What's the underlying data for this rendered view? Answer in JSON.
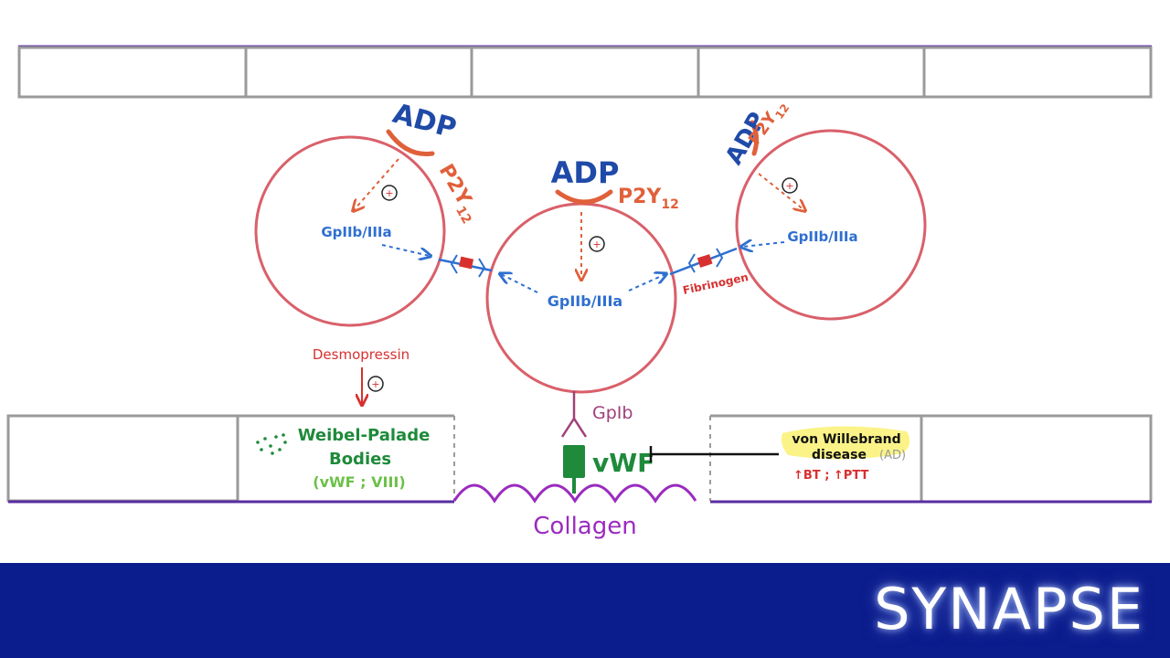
{
  "colors": {
    "vessel_wall": "#9a9a9a",
    "endothelium_line": "#5a2ca0",
    "platelet": "#d9606a",
    "adp": "#1f4aa8",
    "p2y12": "#e0603a",
    "gp": "#2f6fd0",
    "arrow_dashed": "#e0603a",
    "fibrinogen_label": "#d83030",
    "desmopressin": "#d83030",
    "weibel": "#1e8a3a",
    "weibel_contents": "#6cc04a",
    "vwf": "#1e8a3a",
    "gpib": "#a0407a",
    "collagen": "#9a2bbf",
    "vwd_highlight": "#fbf27a",
    "vwd_lab": "#d83030",
    "brand_bar": "#0b1c8c",
    "brand_text": "#ffffff"
  },
  "platelets": {
    "left": {
      "adp": "ADP",
      "receptor": "P2Y",
      "receptor_sub": "12",
      "stimulation": "+",
      "gp": "GpIIb/IIIa"
    },
    "center": {
      "adp": "ADP",
      "receptor": "P2Y",
      "receptor_sub": "12",
      "stimulation": "+",
      "gp": "GpIIb/IIIa"
    },
    "right": {
      "adp": "ADP",
      "receptor": "P2Y",
      "receptor_sub": "12",
      "stimulation": "+",
      "gp": "GpIIb/IIIa"
    }
  },
  "fibrinogen_label": "Fibrinogen",
  "desmopressin": {
    "label": "Desmopressin",
    "effect": "+"
  },
  "weibel_palade": {
    "line1": "Weibel-Palade",
    "line2": "Bodies",
    "contents": "(vWF ; VIII)"
  },
  "gpib_label": "GpIb",
  "vwf_label": "vWF",
  "collagen_label": "Collagen",
  "vwd": {
    "line1": "von Willebrand",
    "line2": "disease",
    "inheritance": "(AD)",
    "labs": "↑BT ; ↑PTT"
  },
  "brand": "SYNAPSE"
}
